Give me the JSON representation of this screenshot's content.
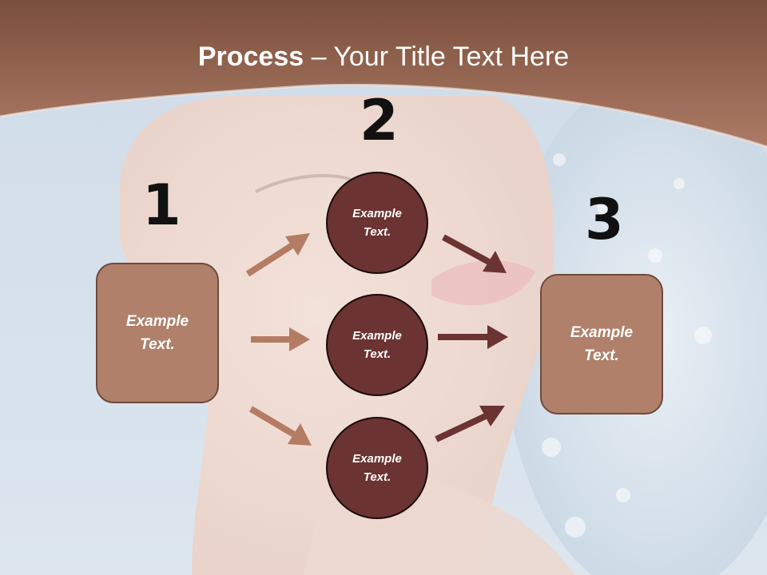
{
  "slide": {
    "title_bold": "Process",
    "title_rest": " – Your Title Text Here",
    "step_numbers": [
      "1",
      "2",
      "3"
    ],
    "box_left_text": "Example Text.",
    "box_right_text": "Example Text.",
    "circles": [
      "Example Text.",
      "Example Text.",
      "Example Text."
    ]
  },
  "colors": {
    "header": "#a2705a",
    "box_fill": "#b0806a",
    "circle_fill": "#6b3332",
    "arrow_light": "#b47c63",
    "arrow_dark": "#6b3332"
  },
  "icons": [
    "arrow-icon"
  ]
}
